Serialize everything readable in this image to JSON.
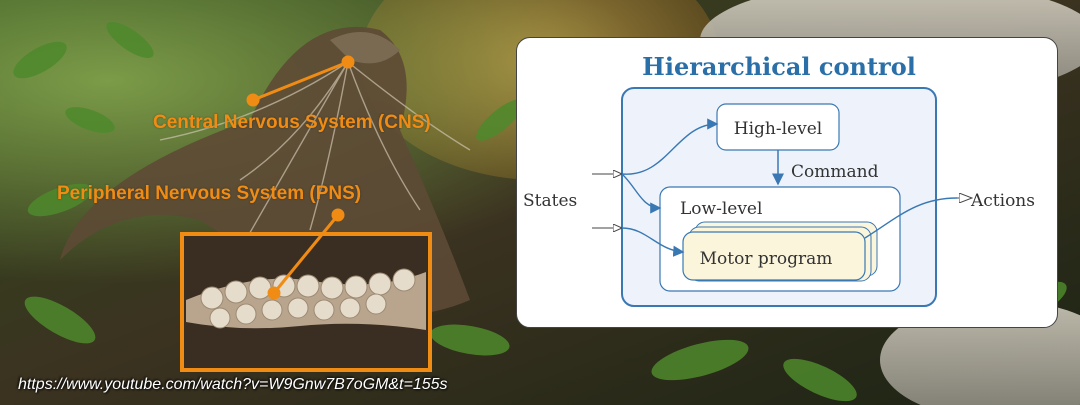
{
  "annotations": {
    "cns_label": "Central Nervous System (CNS)",
    "pns_label": "Peripheral Nervous System (PNS)",
    "source_url": "https://www.youtube.com/watch?v=W9Gnw7B7oGM&t=155s"
  },
  "diagram": {
    "title": "Hierarchical control",
    "high_level": "High-level",
    "command": "Command",
    "low_level": "Low-level",
    "motor_program": "Motor program",
    "states": "States",
    "actions": "Actions"
  },
  "colors": {
    "annotation_orange": "#f08c14",
    "title_blue": "#2a6fa8",
    "frame_blue": "#3a78b4",
    "inner_fill": "#eef3fb",
    "motor_fill": "#fbf5dc"
  }
}
